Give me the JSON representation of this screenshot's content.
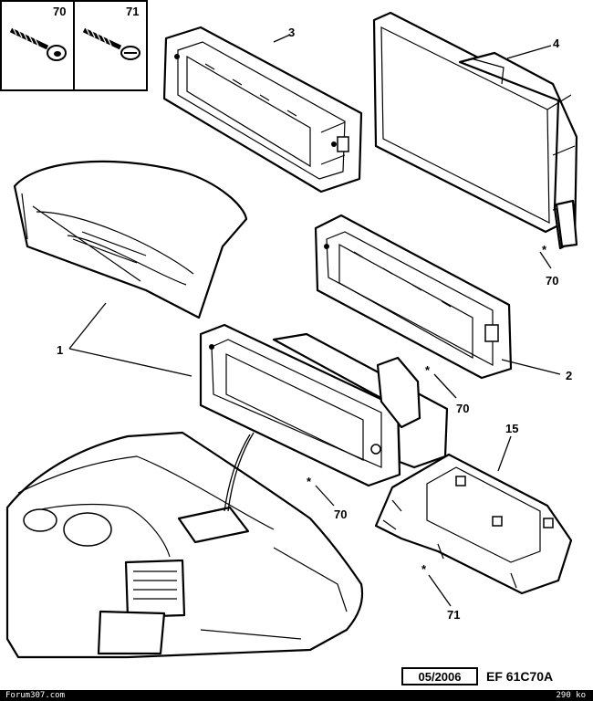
{
  "callouts": {
    "screw_70": "70",
    "screw_71": "71",
    "part_3": "3",
    "part_4": "4",
    "part_1": "1",
    "part_2": "2",
    "part_15": "15",
    "fix_70_a": "70",
    "fix_70_b": "70",
    "fix_70_c": "70",
    "fix_71": "71"
  },
  "footer": {
    "date": "05/2006",
    "reference": "EF 61C70A",
    "watermark": "Forum307.com",
    "size": "290 ko"
  },
  "colors": {
    "line": "#000000",
    "background": "#ffffff"
  }
}
